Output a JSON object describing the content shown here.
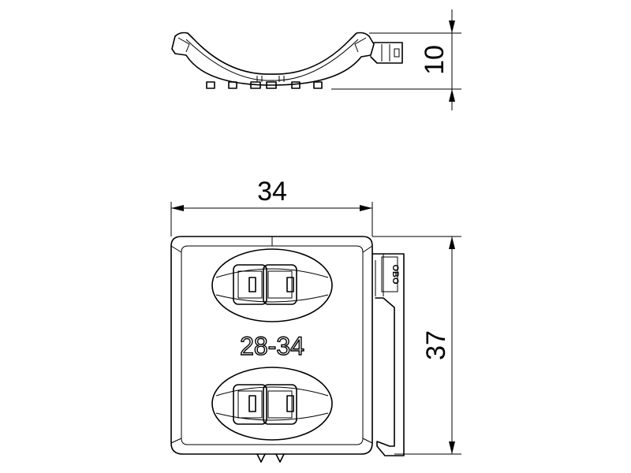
{
  "dimensions": {
    "height": "10",
    "width": "34",
    "depth": "37"
  },
  "part": {
    "size_range": "28-34",
    "brand": "OBO"
  }
}
